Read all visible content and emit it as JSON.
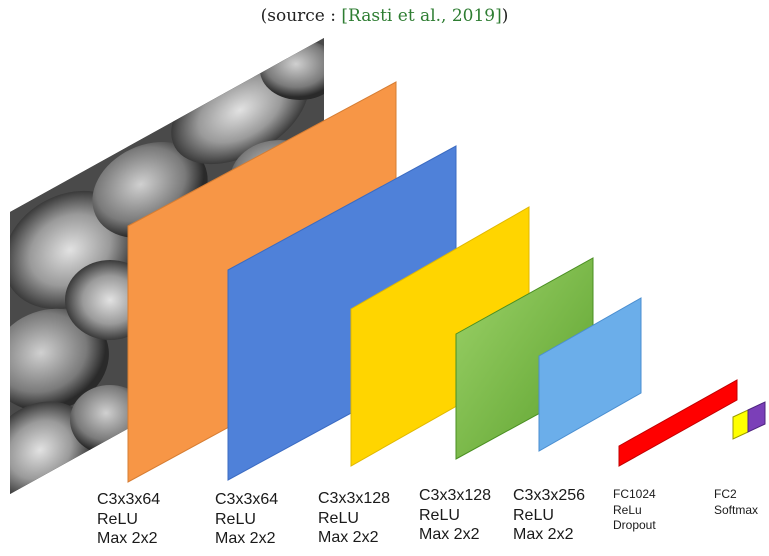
{
  "caption": {
    "prefix": "(source : ",
    "citation": "[Rasti et al., 2019]",
    "suffix": ")"
  },
  "input_image": {
    "description_icon": "sem-texture-image"
  },
  "layers": [
    {
      "lines": [
        "C3x3x64",
        "ReLU",
        "Max 2x2"
      ],
      "color": "#F79646"
    },
    {
      "lines": [
        "C3x3x64",
        "ReLU",
        "Max 2x2"
      ],
      "color": "#4F81D9"
    },
    {
      "lines": [
        "C3x3x128",
        "ReLU",
        "Max 2x2"
      ],
      "color": "#FFD500"
    },
    {
      "lines": [
        "C3x3x128",
        "ReLU",
        "Max 2x2"
      ],
      "color": "#7DC242"
    },
    {
      "lines": [
        "C3x3x256",
        "ReLU",
        "Max 2x2"
      ],
      "color": "#6BAEEA"
    },
    {
      "lines": [
        "FC1024",
        "ReLu",
        "Dropout"
      ],
      "color": "#FF0000"
    },
    {
      "lines": [
        "FC2",
        "Softmax"
      ],
      "colors": [
        "#FFFF00",
        "#7B3FB8"
      ]
    }
  ]
}
